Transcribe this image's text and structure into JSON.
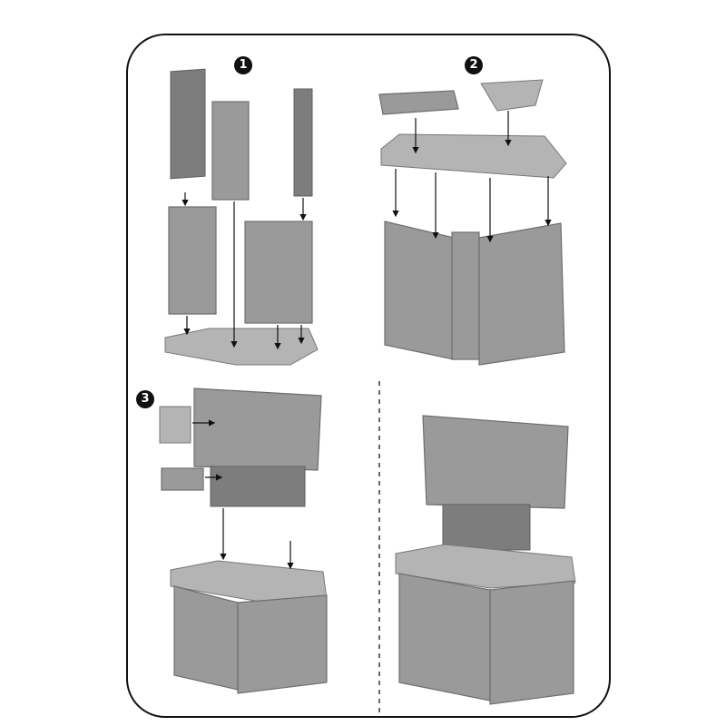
{
  "steps": [
    {
      "number": "1"
    },
    {
      "number": "2"
    },
    {
      "number": "3"
    }
  ],
  "colors": {
    "part": "#9a9a9a",
    "outline": "#111111",
    "badge": "#111111"
  }
}
